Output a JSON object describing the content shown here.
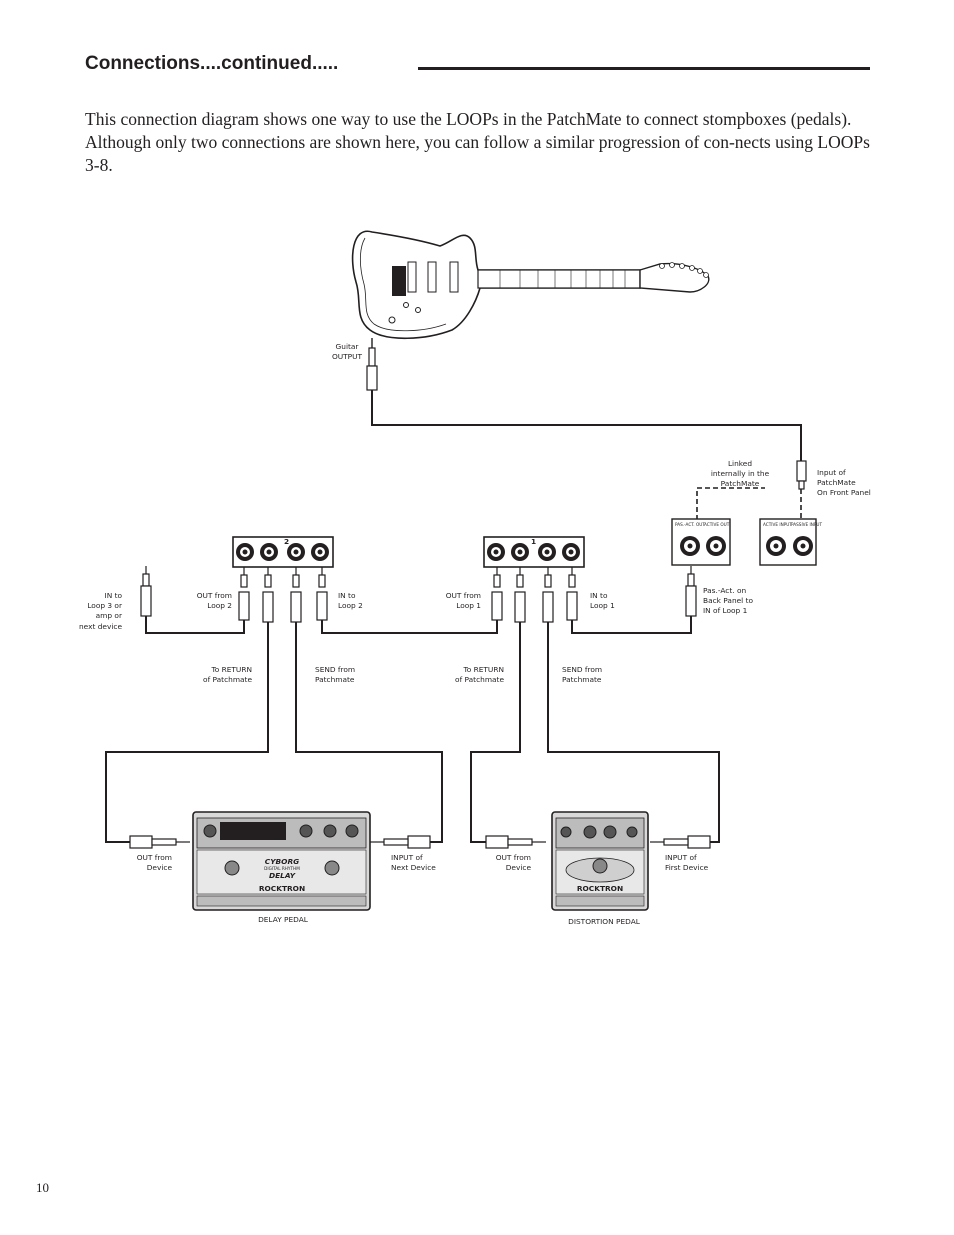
{
  "heading": "Connections....continued.....",
  "intro": "This connection diagram shows one way to use the LOOPs in the PatchMate to connect stompboxes (pedals).  Although only two connections are shown here, you can follow a similar progression of con-nects using LOOPs 3-8.",
  "page_number": "10",
  "labels": {
    "guitar_output": [
      "Guitar",
      "OUTPUT"
    ],
    "linked": [
      "Linked",
      "internally in the",
      "PatchMate"
    ],
    "input_patchmate": [
      "Input of",
      "PatchMate",
      "On Front Panel"
    ],
    "in_loop3": [
      "IN to",
      "Loop 3 or",
      "amp or",
      "next device"
    ],
    "out_loop2": [
      "OUT from",
      "Loop 2"
    ],
    "in_loop2": [
      "IN to",
      "Loop 2"
    ],
    "out_loop1": [
      "OUT from",
      "Loop 1"
    ],
    "in_loop1": [
      "IN to",
      "Loop 1"
    ],
    "pas_act": [
      "Pas.-Act. on",
      "Back Panel to",
      "IN of Loop 1"
    ],
    "return_2": [
      "To RETURN",
      "of Patchmate"
    ],
    "send_2": [
      "SEND from",
      "Patchmate"
    ],
    "return_1": [
      "To RETURN",
      "of Patchmate"
    ],
    "send_1": [
      "SEND from",
      "Patchmate"
    ],
    "out_device_2": [
      "OUT from",
      "Device"
    ],
    "input_next": [
      "INPUT of",
      "Next Device"
    ],
    "out_device_1": [
      "OUT from",
      "Device"
    ],
    "input_first": [
      "INPUT of",
      "First Device"
    ]
  },
  "panels": {
    "loop2_number": "2",
    "loop1_number": "1",
    "pas_act_out": "PAS.-ACT. OUT",
    "active_out": "ACTIVE OUT",
    "active_input": "ACTIVE INPUT",
    "passive_input": "PASSIVE INPUT"
  },
  "pedals": {
    "delay_name": "CYBORG",
    "delay_sub": "DIGITAL RHYTHM",
    "delay_type": "DELAY",
    "delay_brand": "ROCKTRON",
    "delay_caption": "DELAY PEDAL",
    "dist_brand": "ROCKTRON",
    "dist_caption": "DISTORTION PEDAL"
  }
}
